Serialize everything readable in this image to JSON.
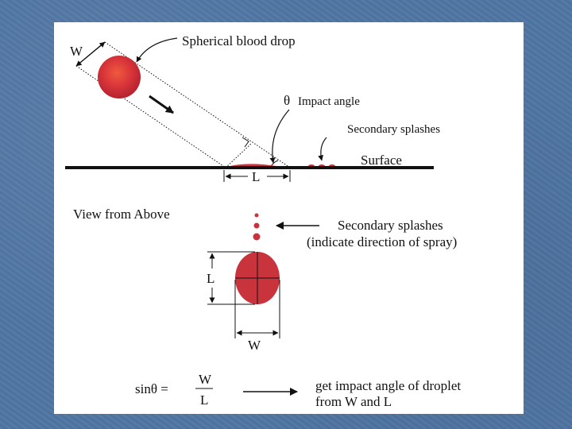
{
  "colors": {
    "background": "#4f76a3",
    "panel": "#ffffff",
    "drop_fill": "#c8333c",
    "drop_highlight": "#f05a3c",
    "line": "#111111"
  },
  "labels": {
    "spherical_drop": "Spherical blood drop",
    "impact_angle_symbol": "θ",
    "impact_angle": "Impact angle",
    "secondary_splashes_top": "Secondary splashes",
    "surface": "Surface",
    "side_w": "W",
    "side_l": "L",
    "view_from_above": "View from Above",
    "secondary_splashes_bottom": "Secondary splashes",
    "direction_note": "(indicate direction of spray)",
    "top_l": "L",
    "top_w": "W",
    "formula_lhs": "sinθ =",
    "formula_num": "W",
    "formula_den": "L",
    "result_line1": "get impact angle of droplet",
    "result_line2": "from W and L"
  }
}
